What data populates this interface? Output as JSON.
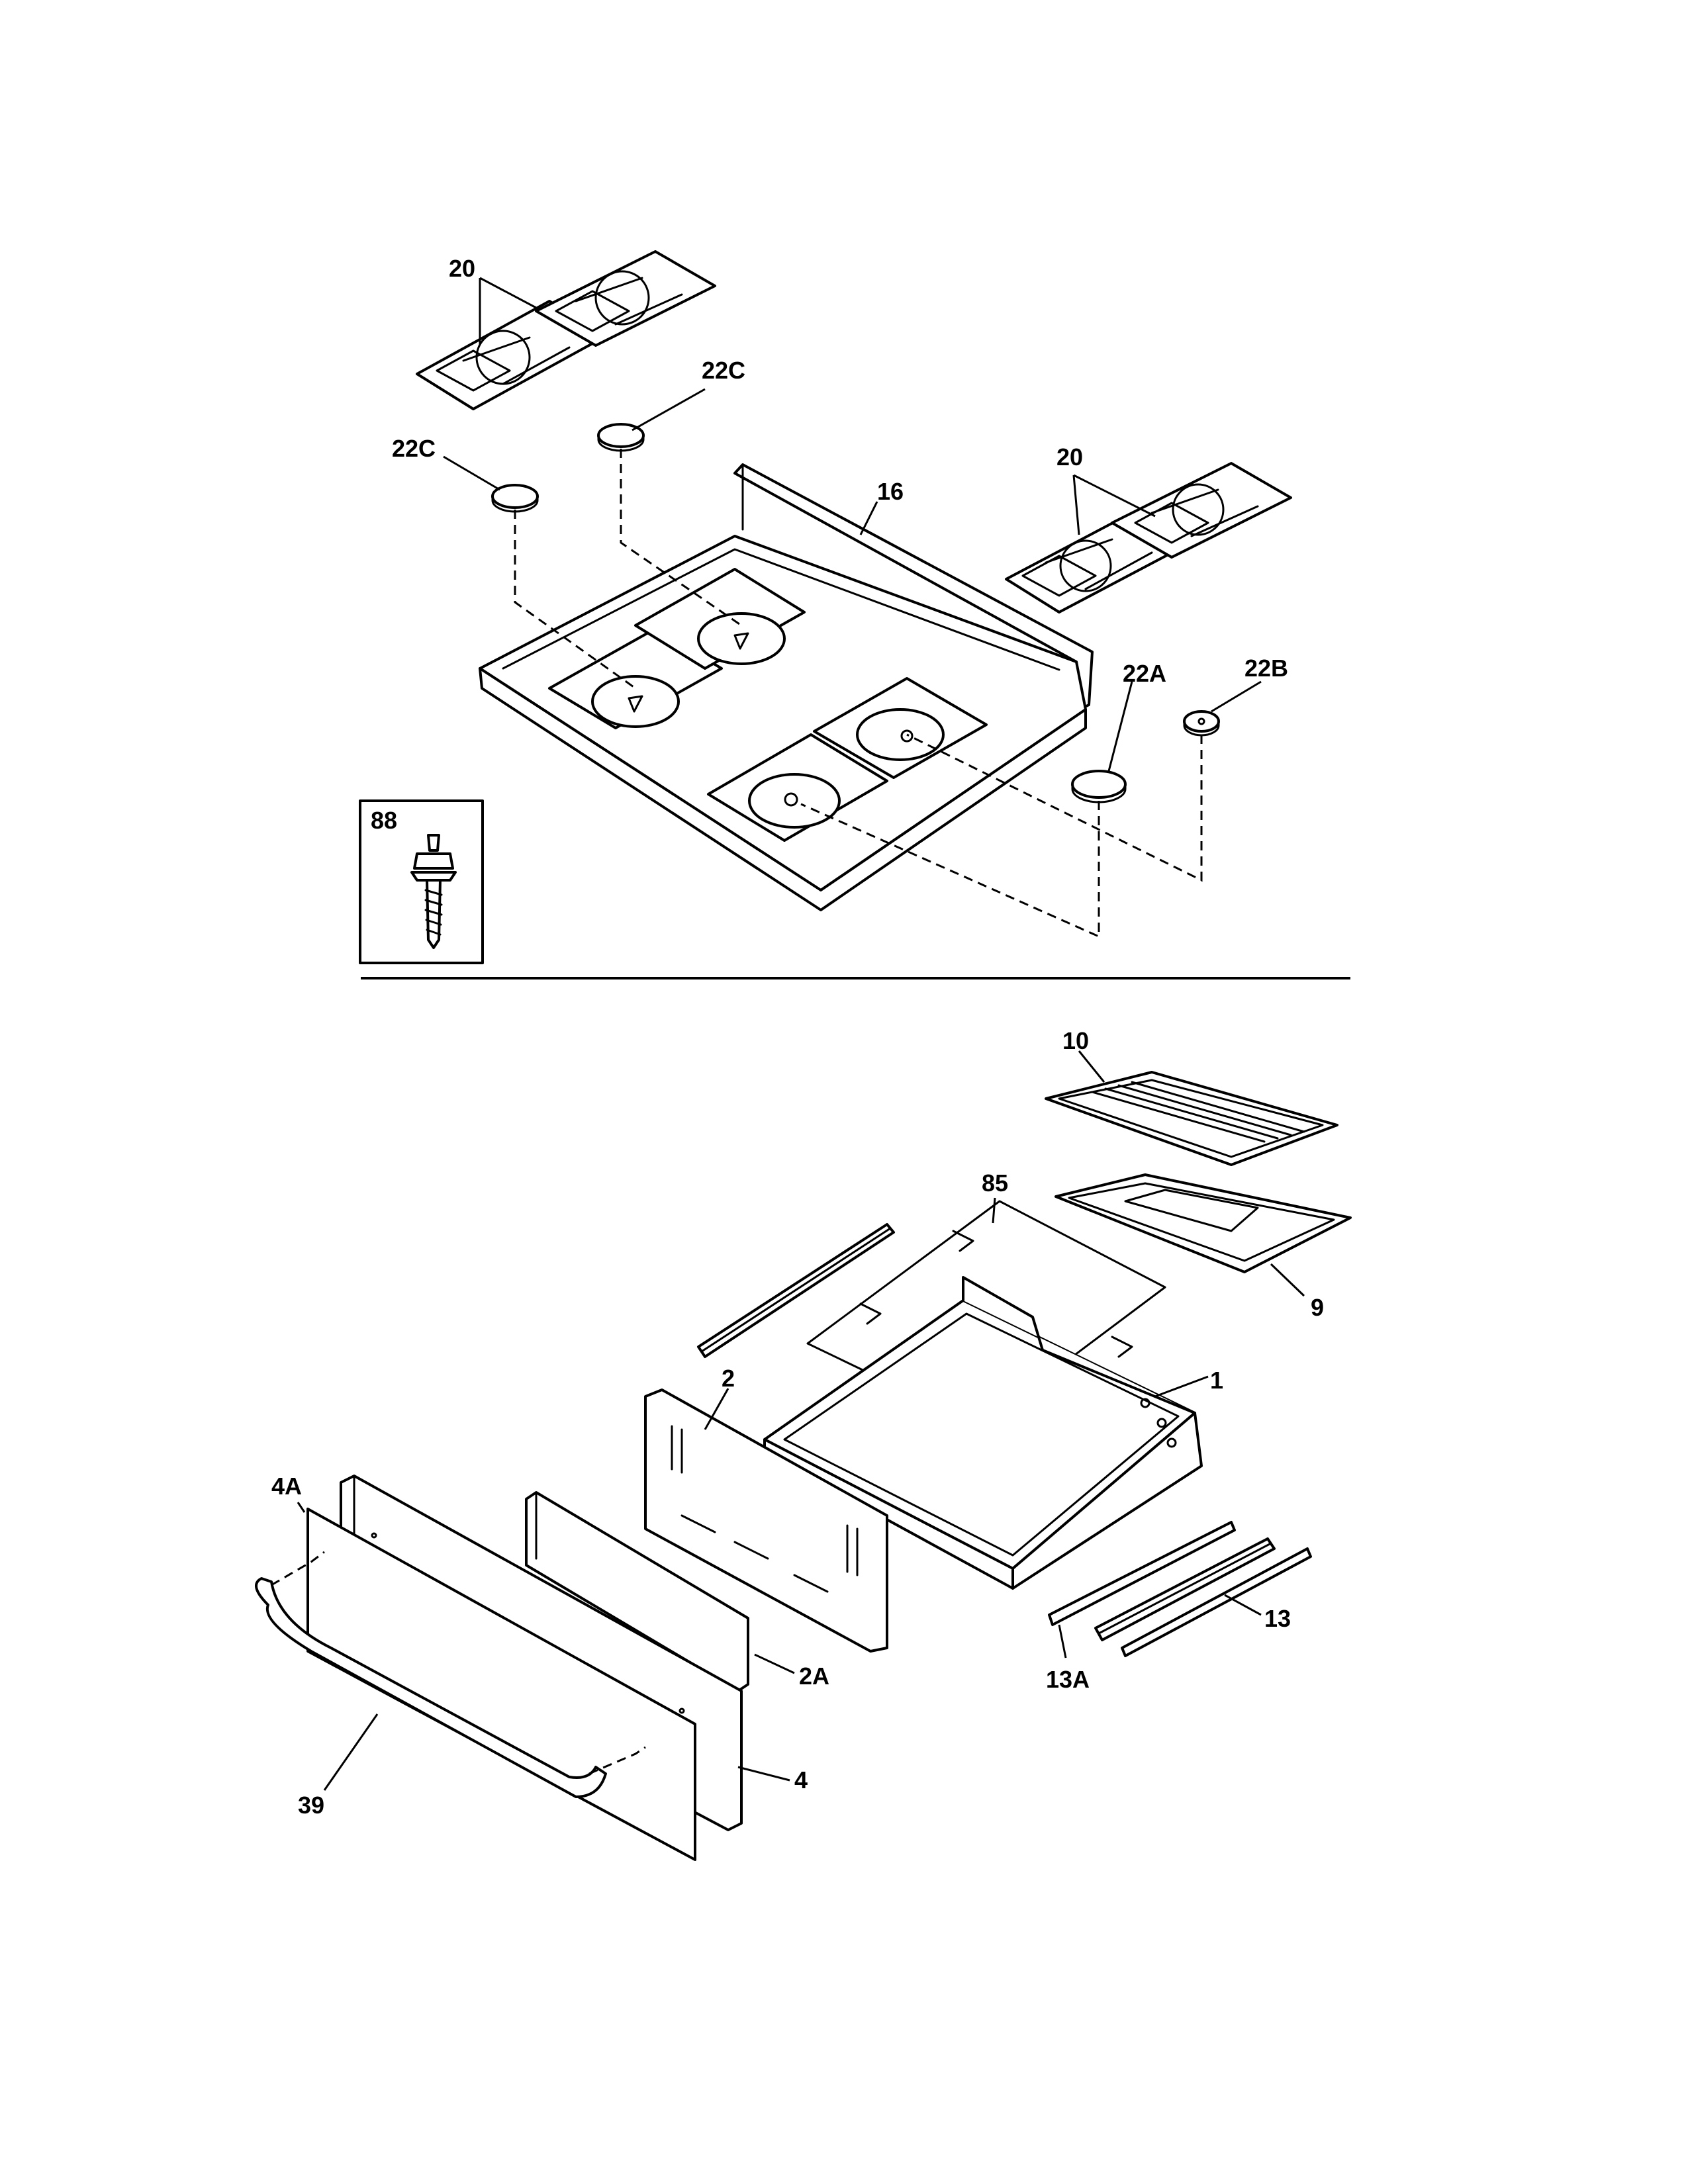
{
  "callouts": {
    "grate_left": "20",
    "cap_22c_right": "22C",
    "cap_22c_left": "22C",
    "cooktop": "16",
    "grate_right": "20",
    "cap_22a": "22A",
    "cap_22b": "22B",
    "screw": "88",
    "broiler_grid": "10",
    "broiler_pan": "9",
    "broiler_rack": "85",
    "drawer_body": "1",
    "drawer_back": "2",
    "drawer_liner": "2A",
    "drawer_panel_outer": "4A",
    "drawer_panel": "4",
    "handle": "39",
    "slide_rail_a": "13A",
    "slide_rail": "13"
  },
  "colors": {
    "line": "#000000",
    "background": "#ffffff"
  }
}
